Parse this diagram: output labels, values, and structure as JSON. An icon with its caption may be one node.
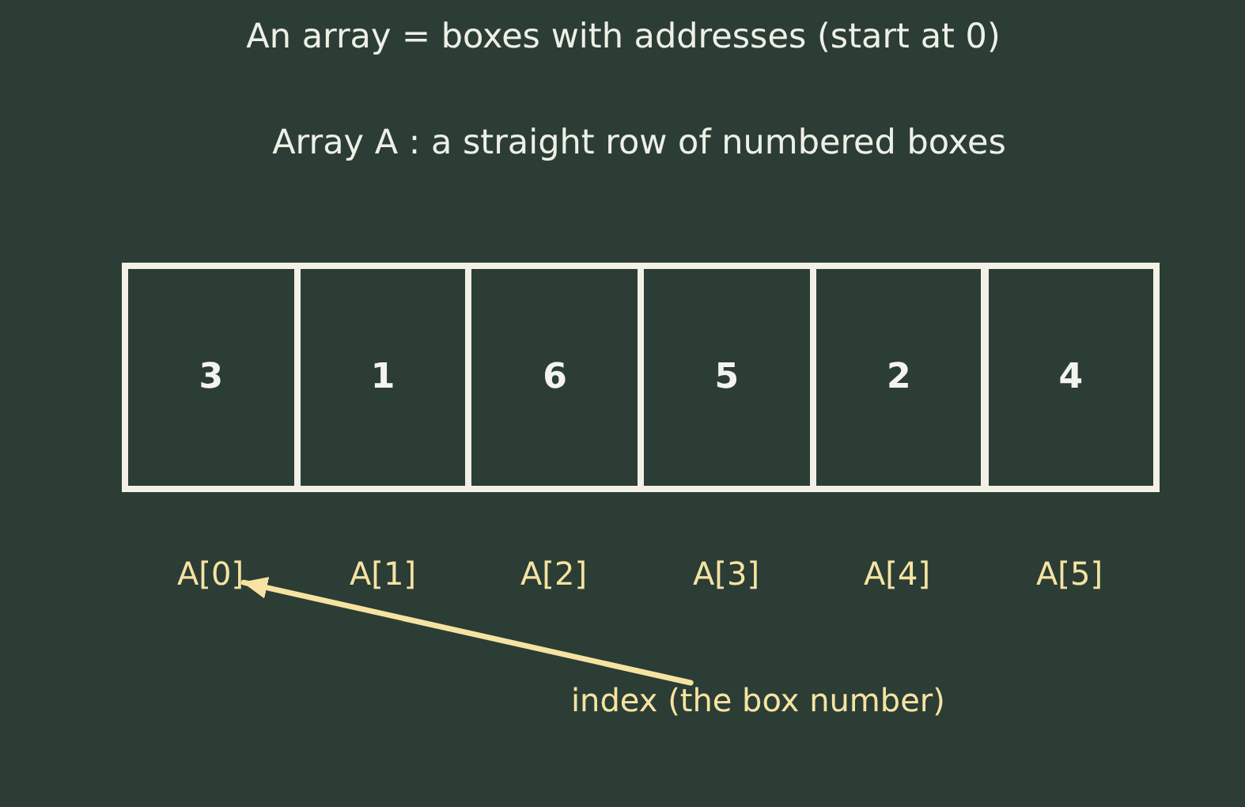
{
  "diagram": {
    "title": "An array = boxes with addresses (start at 0)",
    "nodes": [
      {
        "text": [
          "3"
        ]
      },
      {
        "text": [
          "1"
        ]
      },
      {
        "text": [
          "6"
        ]
      },
      {
        "text": [
          "5"
        ]
      },
      {
        "text": [
          "2"
        ]
      },
      {
        "text": [
          "4"
        ]
      },
      {
        "text": [
          "A[0]"
        ]
      },
      {
        "text": [
          "index (the box number)"
        ]
      }
    ],
    "edges": [
      {
        "from": 7,
        "to": 6,
        "arrow": "to"
      }
    ],
    "labels": [
      "Array A : a straight row of numbered boxes",
      "A[1]",
      "A[2]",
      "A[3]",
      "A[4]",
      "A[5]"
    ]
  }
}
